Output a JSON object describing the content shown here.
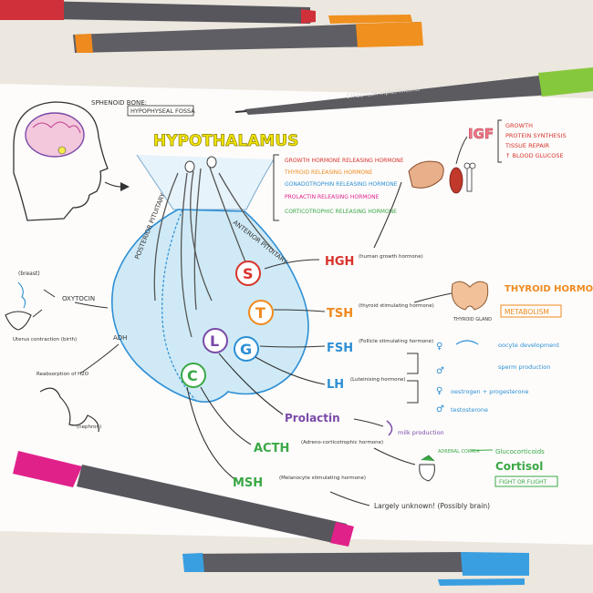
{
  "title": "HYPOTHALAMUS",
  "sphenoid": {
    "label": "SPHENOID BONE:",
    "fossa": "HYPOPHYSEAL FOSSA"
  },
  "pen_brand": "STAEDTLER triplus fineliner",
  "releasing_hormones": [
    "GROWTH HORMONE RELEASING HORMONE",
    "THYROID RELEASING HORMONE",
    "GONADOTROPHIN RELEASING HORMONE",
    "PROLACTIN RELEASING HORMONE",
    "CORTICOTROPHIC RELEASING HORMONE"
  ],
  "lobes": {
    "posterior": "POSTERIOR PITUITARY",
    "anterior": "ANTERIOR PITUITARY"
  },
  "cells": [
    "S",
    "T",
    "L",
    "G",
    "C"
  ],
  "hormones": [
    {
      "abbr": "HGH",
      "full": "(human growth hormone)"
    },
    {
      "abbr": "TSH",
      "full": "(thyroid stimulating hormone)"
    },
    {
      "abbr": "FSH",
      "full": "(Follicle stimulating hormone)"
    },
    {
      "abbr": "LH",
      "full": "(Luteinising hormone)"
    },
    {
      "abbr": "Prolactin",
      "full": ""
    },
    {
      "abbr": "ACTH",
      "full": "(Adreno-corticotrophic hormone)"
    },
    {
      "abbr": "MSH",
      "full": "(Melanocyte stimulating hormone)"
    }
  ],
  "igf": {
    "label": "IGF",
    "effects": [
      "GROWTH",
      "PROTEIN SYNTHESIS",
      "TISSUE REPAIR",
      "↑ BLOOD GLUCOSE"
    ]
  },
  "thyroid": {
    "title": "THYROID HORMONES",
    "effect": "METABOLISM",
    "gland": "THYROID GLAND"
  },
  "gonads": {
    "female_fsh": "oocyte development",
    "male_fsh": "sperm production",
    "female_lh": "oestrogen + progesterone",
    "male_lh": "testosterone"
  },
  "milk": "milk production",
  "adrenal": {
    "label": "ADRENAL CORTEX",
    "product": "Glucocorticoids",
    "cortisol": "Cortisol",
    "response": "FIGHT OR FLIGHT"
  },
  "msh_effect": "Largely unknown! (Possibly brain)",
  "posterior": {
    "oxytocin": "OXYTOCIN",
    "adh": "ADH",
    "breast": "(breast)",
    "uterus": "Uterus contraction (birth)",
    "reabsorption": "Reabsorption of H2O",
    "nephron": "(nephron)"
  },
  "colors": {
    "paper": "#fdfcfb",
    "title_yellow": "#e6d400",
    "red": "#d8332b",
    "orange": "#ef8a1e",
    "green": "#3aa845",
    "blue": "#2e8fd4",
    "purple": "#7a4aa8",
    "pink": "#e0218a",
    "gland_blue": "#bfe3f5"
  }
}
